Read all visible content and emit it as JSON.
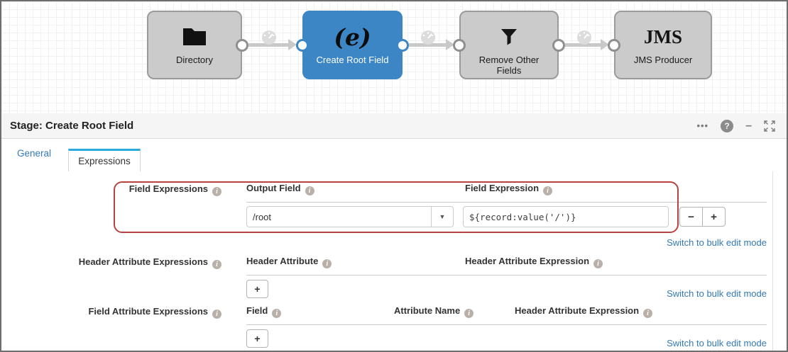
{
  "pipeline": {
    "nodes": [
      {
        "label": "Directory",
        "icon": "folder-icon",
        "selected": false
      },
      {
        "label": "Create Root Field",
        "icon": "expression-evaluator-icon",
        "icon_text": "(e)",
        "selected": true
      },
      {
        "label": "Remove Other Fields",
        "icon": "funnel-icon",
        "selected": false
      },
      {
        "label": "JMS Producer",
        "icon": "jms-icon",
        "icon_text": "JMS",
        "selected": false
      }
    ]
  },
  "stage_panel": {
    "title": "Stage: Create Root Field"
  },
  "tabs": {
    "general": "General",
    "expressions": "Expressions"
  },
  "expressions_form": {
    "field_expressions": {
      "label": "Field Expressions",
      "output_field_header": "Output Field",
      "field_expression_header": "Field Expression",
      "output_field_value": "/root",
      "field_expression_value": "${record:value('/')}",
      "bulk_edit_link": "Switch to bulk edit mode"
    },
    "header_attribute_expressions": {
      "label": "Header Attribute Expressions",
      "header_attribute_header": "Header Attribute",
      "header_attribute_expression_header": "Header Attribute Expression",
      "bulk_edit_link": "Switch to bulk edit mode"
    },
    "field_attribute_expressions": {
      "label": "Field Attribute Expressions",
      "field_header": "Field",
      "attribute_name_header": "Attribute Name",
      "header_attribute_expression_header": "Header Attribute Expression",
      "bulk_edit_link": "Switch to bulk edit mode"
    }
  },
  "buttons": {
    "remove": "−",
    "add": "+"
  },
  "icons": {
    "more_options": "•••",
    "help": "?",
    "minimize": "–",
    "dropdown_caret": "▼",
    "info": "i"
  },
  "colors": {
    "selected_stage": "#3c86c6",
    "tab_accent": "#29abe2",
    "link": "#337ab7",
    "annotation": "#b7433f"
  }
}
